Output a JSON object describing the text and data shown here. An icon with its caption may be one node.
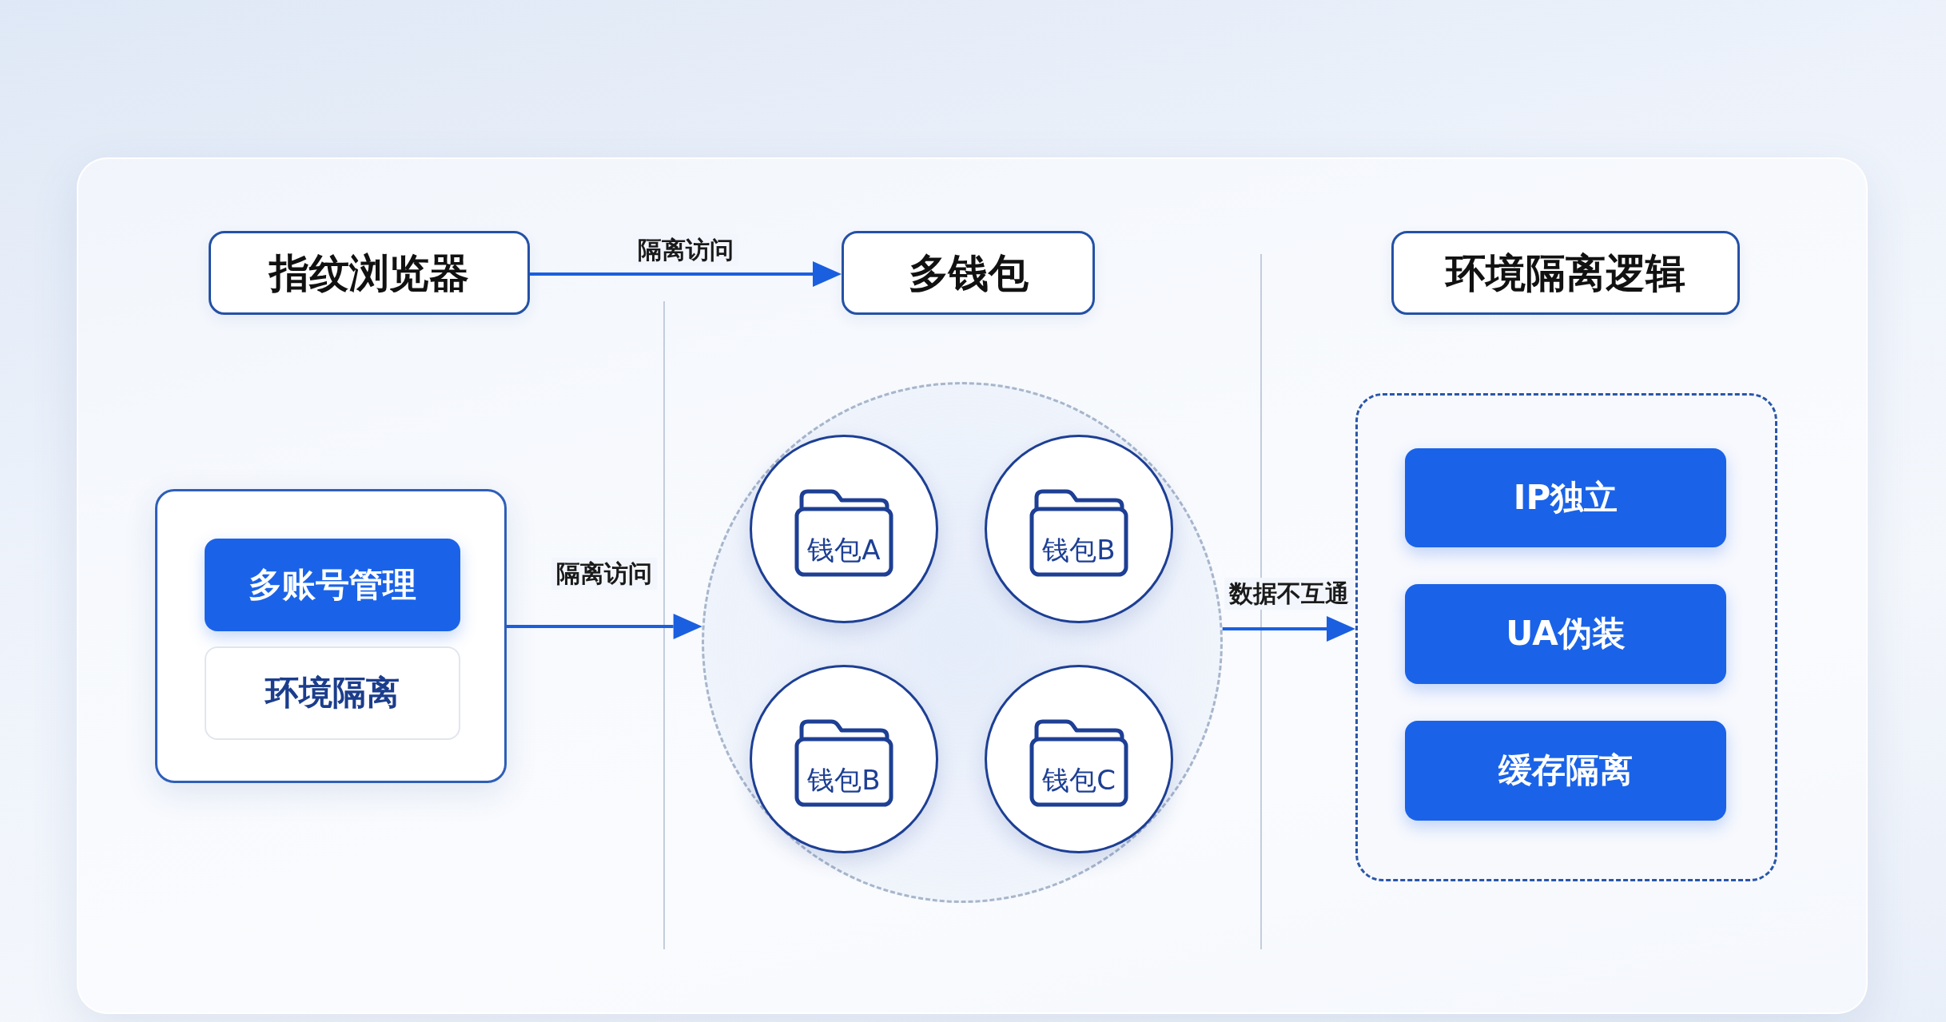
{
  "diagram": {
    "nodes": [
      {
        "text": [
          "指纹浏览器"
        ]
      },
      {
        "text": [
          "多钱包"
        ]
      },
      {
        "text": [
          "环境隔离逻辑"
        ]
      },
      {
        "text": [],
        "shape": "box"
      },
      {
        "text": [
          "多账号管理"
        ],
        "in": 3
      },
      {
        "text": [
          "环境隔离"
        ],
        "in": 3
      },
      {
        "text": [],
        "shape": "circle"
      },
      {
        "text": [
          "钱包A"
        ],
        "in": 6
      },
      {
        "text": [
          "钱包B"
        ],
        "in": 6
      },
      {
        "text": [
          "钱包B"
        ],
        "in": 6
      },
      {
        "text": [
          "钱包C"
        ],
        "in": 6
      },
      {
        "text": [],
        "shape": "box"
      },
      {
        "text": [
          "IP独立"
        ],
        "in": 11
      },
      {
        "text": [
          "UA伪装"
        ],
        "in": 11
      },
      {
        "text": [
          "缓存隔离"
        ],
        "in": 11
      }
    ],
    "edges": [
      {
        "from": 0,
        "to": 1,
        "arrow": "to",
        "label": "隔离访问"
      },
      {
        "from": 3,
        "to": 6,
        "arrow": "to",
        "label": "隔离访问"
      },
      {
        "from": 6,
        "to": 11,
        "arrow": "to",
        "label": "数据不互通"
      }
    ]
  }
}
